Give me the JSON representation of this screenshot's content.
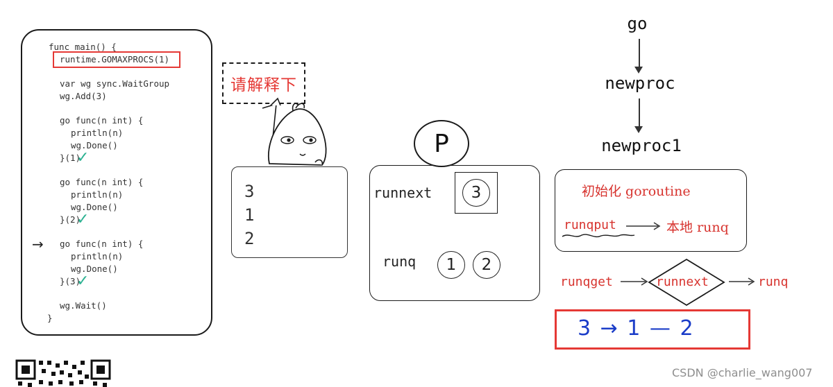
{
  "code": {
    "lines": [
      "func main() {",
      "runtime.GOMAXPROCS(1)",
      "var wg sync.WaitGroup",
      "wg.Add(3)",
      "go func(n int) {",
      "println(n)",
      "wg.Done()",
      "}(1)",
      "go func(n int) {",
      "println(n)",
      "wg.Done()",
      "}(2)",
      "go func(n int) {",
      "println(n)",
      "wg.Done()",
      "}(3)",
      "wg.Wait()",
      "}"
    ],
    "pointer_arrow": "→",
    "check_mark": "✓"
  },
  "bubble": {
    "text": "请解释下"
  },
  "output": {
    "values": [
      "3",
      "1",
      "2"
    ]
  },
  "p_struct": {
    "title": "P",
    "runnext_label": "runnext",
    "runnext_value": "3",
    "runq_label": "runq",
    "runq_values": [
      "1",
      "2"
    ]
  },
  "flow": {
    "steps": [
      "go",
      "newproc",
      "newproc1"
    ],
    "init_label": "初始化 goroutine",
    "runqput": "runqput",
    "local_runq": "本地 runq",
    "runqget": "runqget",
    "runnext": "runnext",
    "runq": "runq",
    "answer": "3 → 1 — 2"
  },
  "watermark": {
    "text": "CSDN @charlie_wang007"
  },
  "colors": {
    "red": "#e53935",
    "check_green": "#2bb191",
    "answer_blue": "#1a3cc8"
  }
}
